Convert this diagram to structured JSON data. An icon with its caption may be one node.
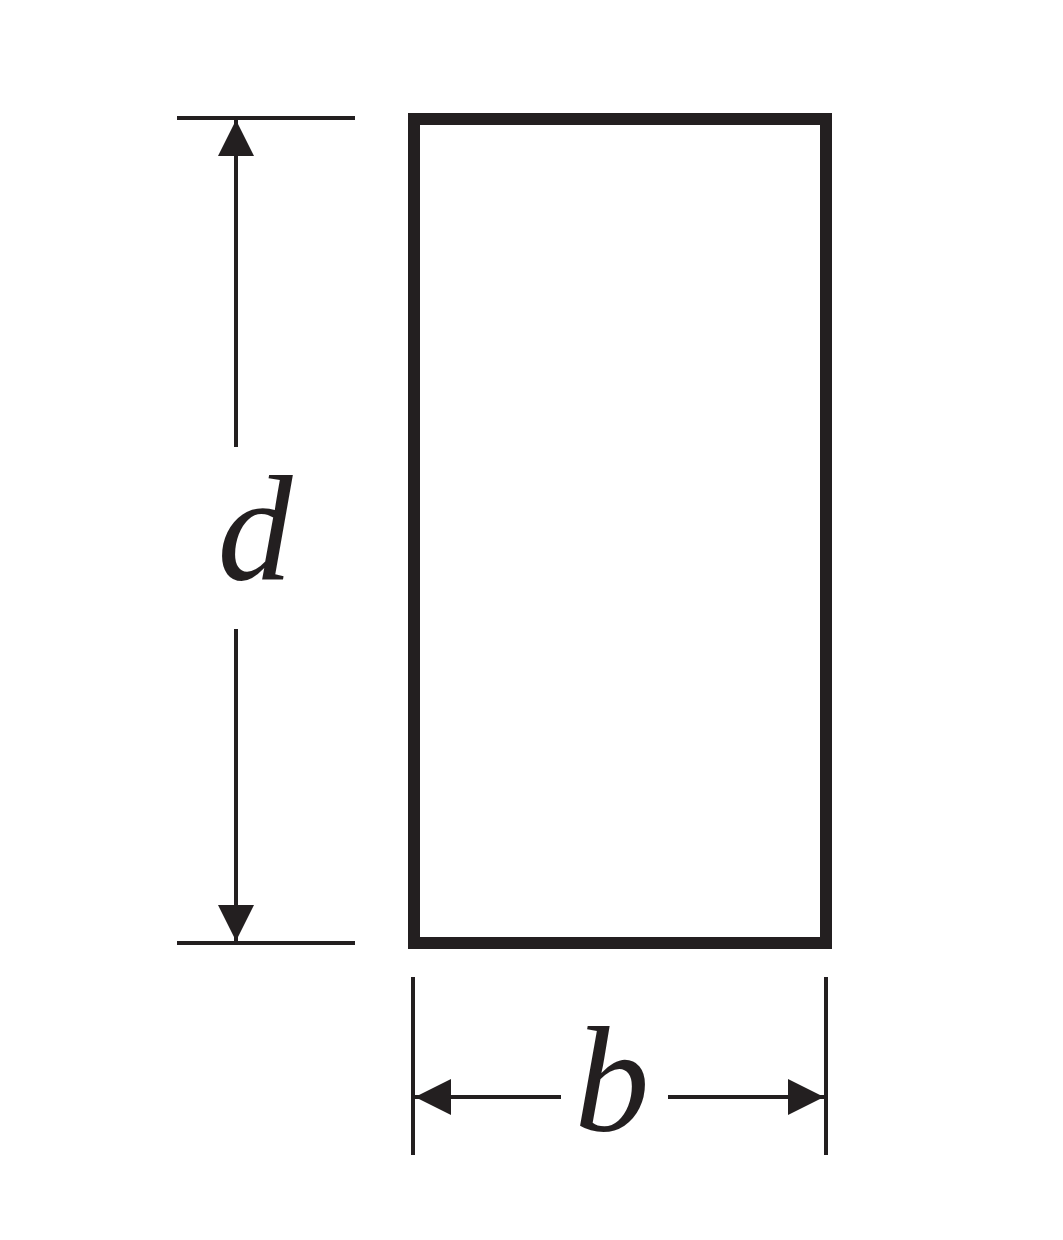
{
  "diagram": {
    "nodes": [
      {
        "text": [],
        "shape": "box"
      }
    ],
    "labels": [
      "d",
      "b"
    ]
  }
}
